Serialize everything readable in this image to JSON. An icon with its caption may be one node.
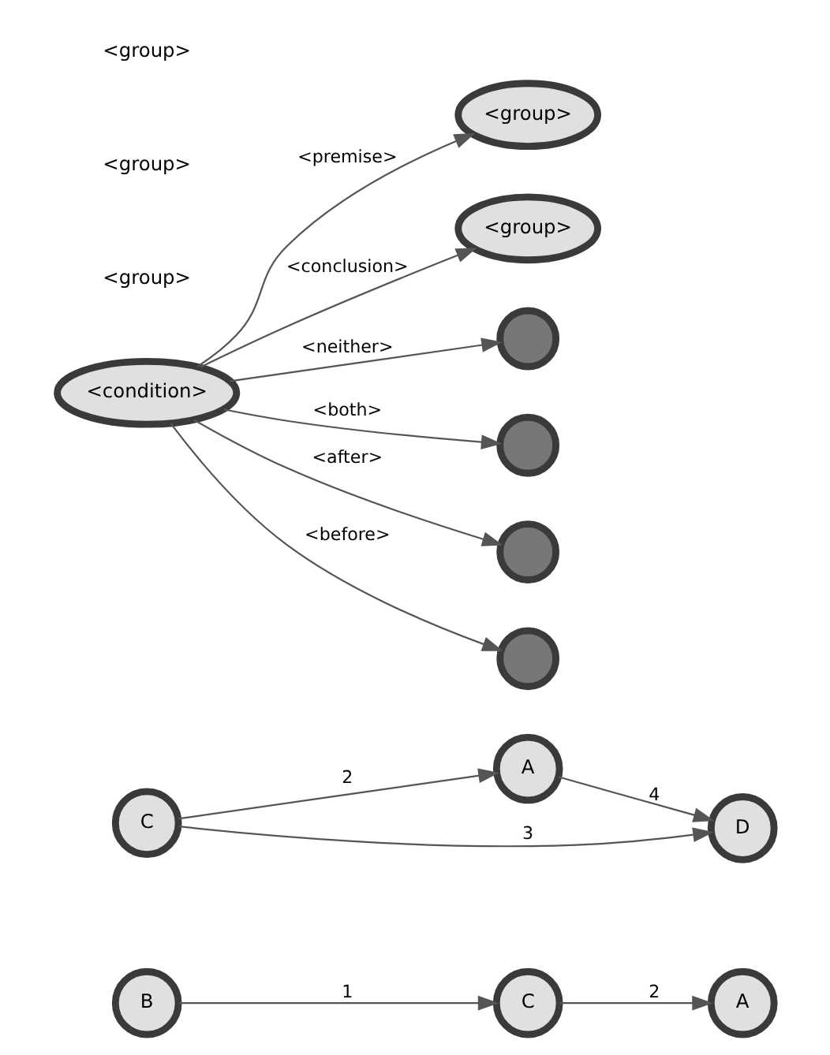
{
  "diagram": {
    "nodes": [
      {
        "text": [
          "C"
        ]
      },
      {
        "text": [
          "A"
        ]
      },
      {
        "text": [
          "B"
        ]
      },
      {
        "text": [
          "C"
        ]
      },
      {
        "text": [
          "A"
        ]
      },
      {
        "text": [
          "D"
        ]
      },
      {
        "text": [
          "<condition>"
        ]
      },
      {
        "text": [
          "<group>"
        ]
      },
      {
        "text": [
          "<group>"
        ]
      },
      {
        "text": [],
        "shape": "circle"
      },
      {
        "text": [],
        "shape": "circle"
      },
      {
        "text": [],
        "shape": "circle"
      },
      {
        "text": [],
        "shape": "circle"
      }
    ],
    "edges": [
      {
        "from": 2,
        "to": 0,
        "arrow": "to",
        "label": "1"
      },
      {
        "from": 0,
        "to": 1,
        "arrow": "to",
        "label": "2"
      },
      {
        "from": 3,
        "to": 4,
        "arrow": "to",
        "label": "2"
      },
      {
        "from": 3,
        "to": 5,
        "arrow": "to",
        "label": "3"
      },
      {
        "from": 4,
        "to": 5,
        "arrow": "to",
        "label": "4"
      },
      {
        "from": 6,
        "to": 7,
        "arrow": "to",
        "label": "<premise>"
      },
      {
        "from": 6,
        "to": 8,
        "arrow": "to",
        "label": "<conclusion>"
      },
      {
        "from": 6,
        "to": 9,
        "arrow": "to",
        "label": "<neither>"
      },
      {
        "from": 6,
        "to": 10,
        "arrow": "to",
        "label": "<both>"
      },
      {
        "from": 6,
        "to": 11,
        "arrow": "to",
        "label": "<after>"
      },
      {
        "from": 6,
        "to": 12,
        "arrow": "to",
        "label": "<before>"
      }
    ],
    "labels": [
      "<group>",
      "<group>",
      "<group>"
    ]
  }
}
